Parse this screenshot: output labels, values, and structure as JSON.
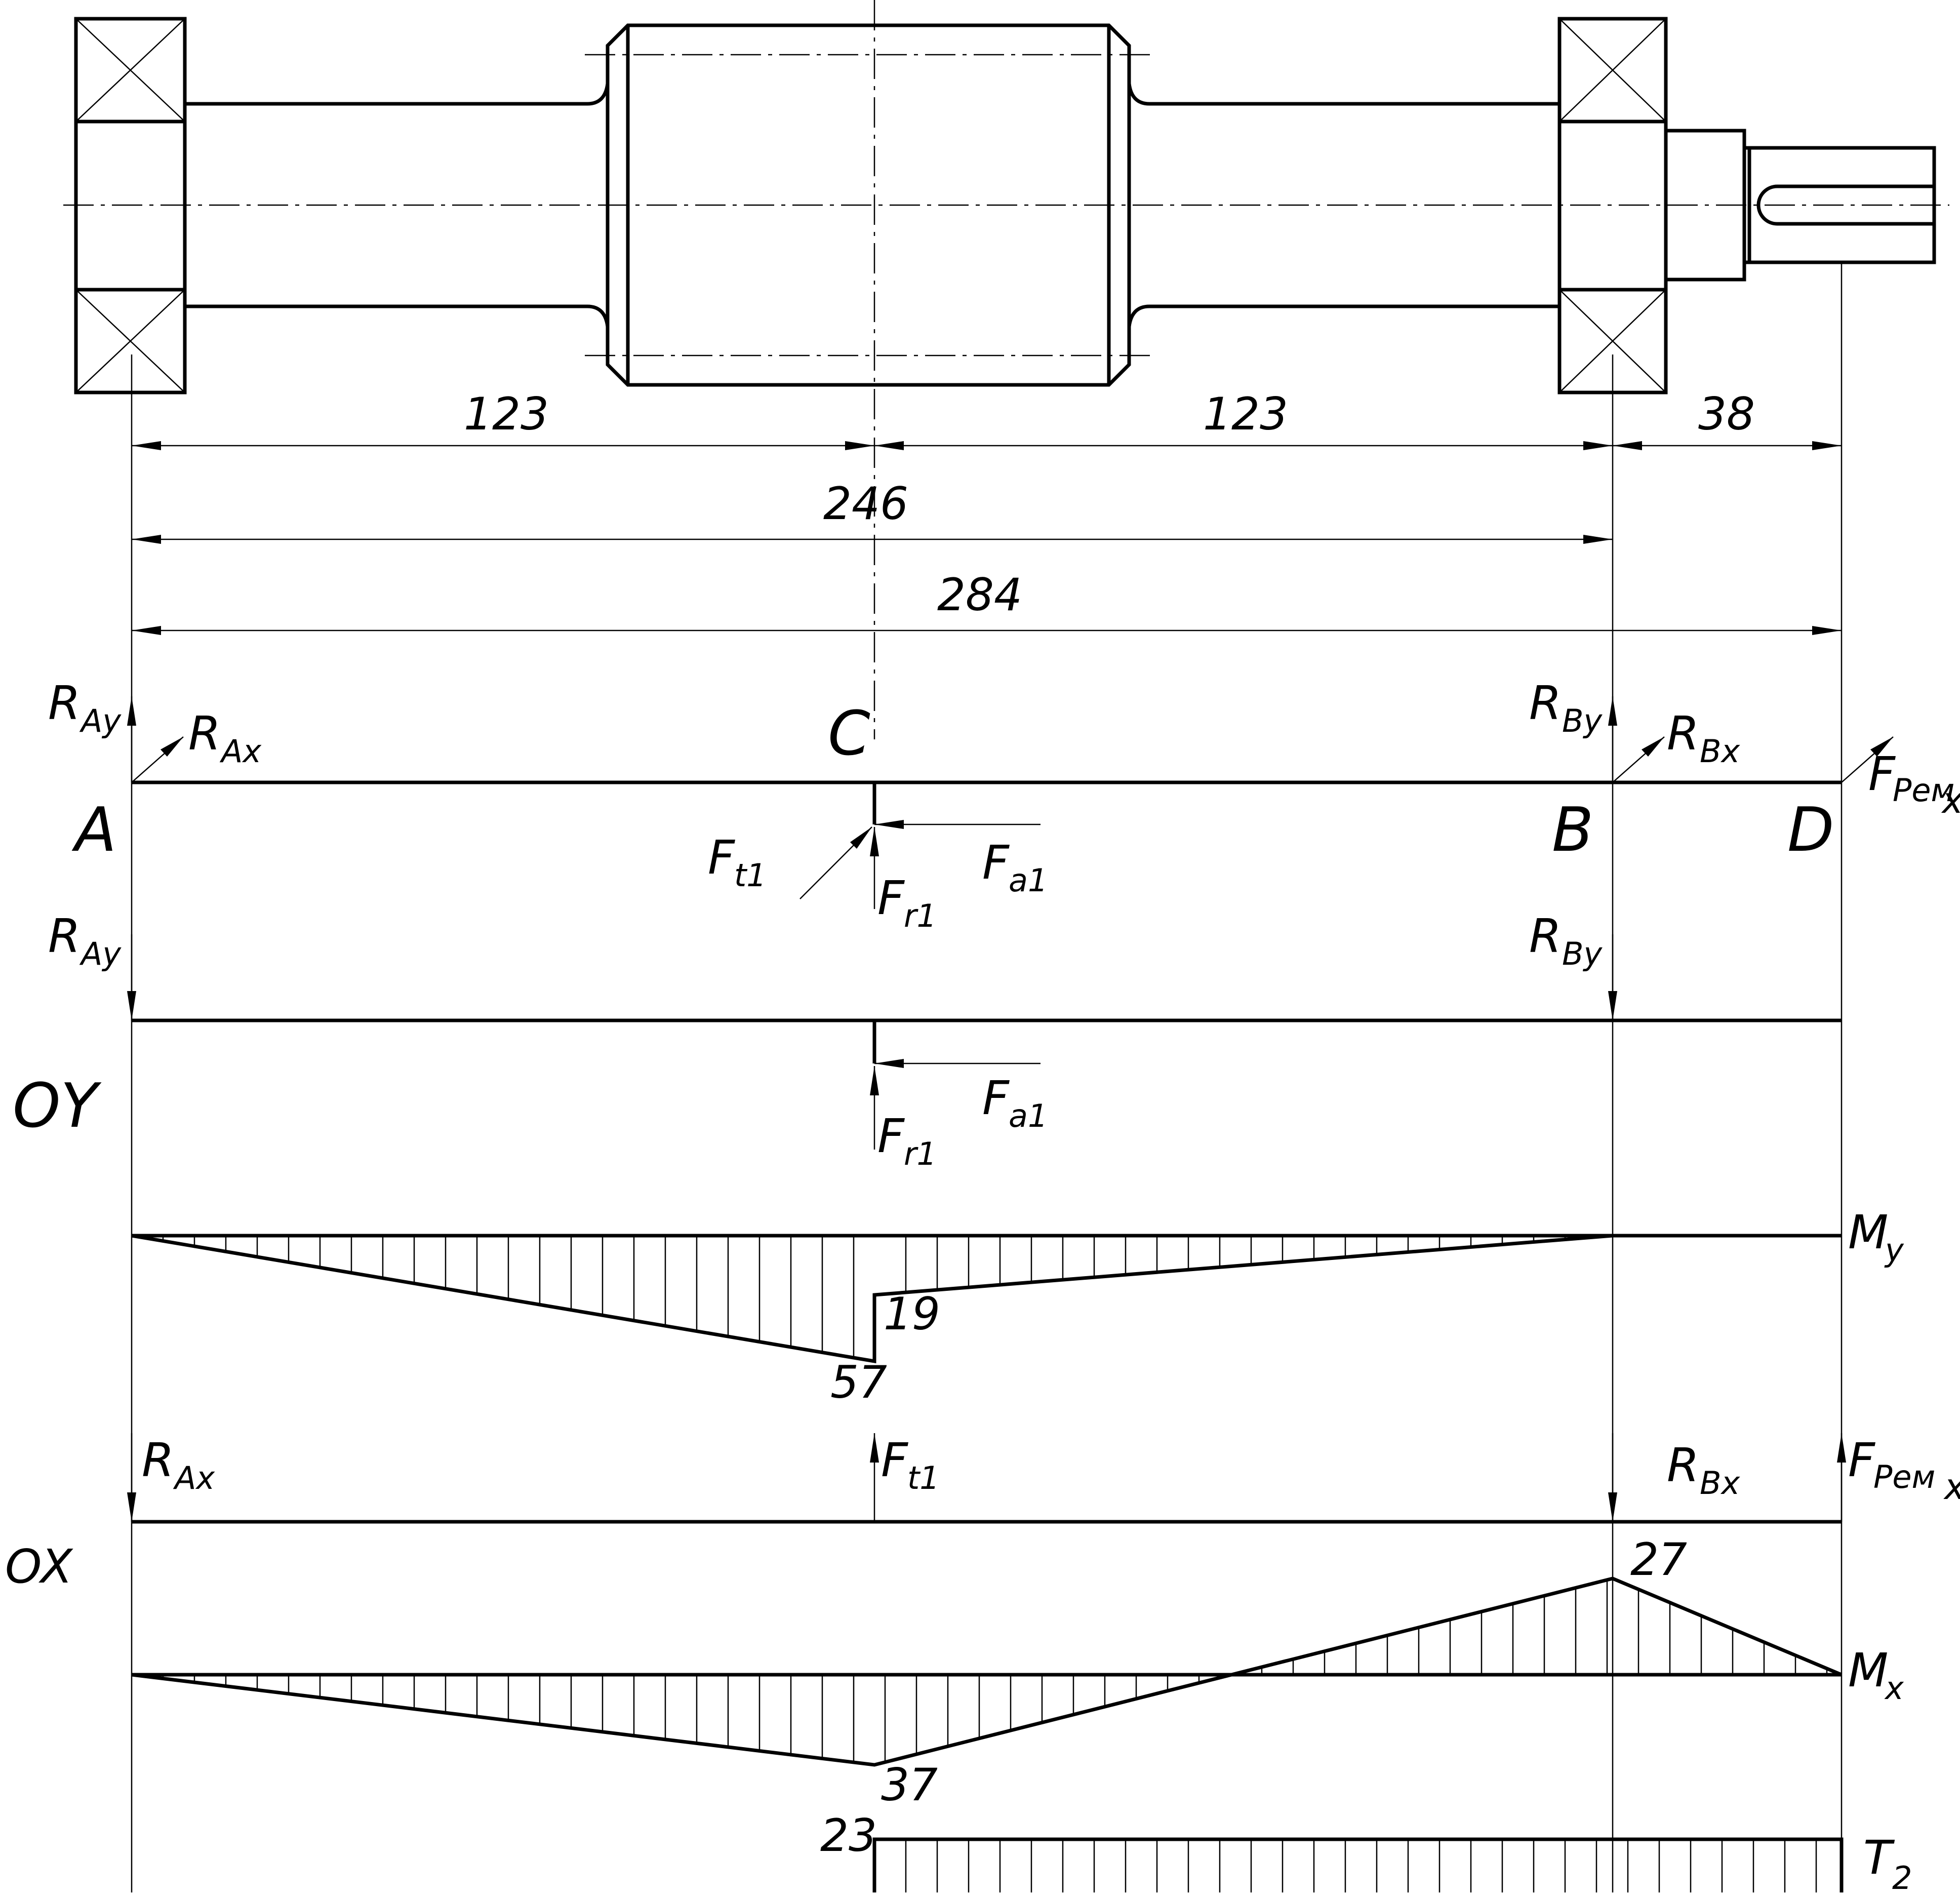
{
  "dimensions": {
    "d1": "123",
    "d2": "123",
    "d3": "38",
    "d4": "246",
    "d5": "284"
  },
  "points": {
    "A": "A",
    "C": "C",
    "B": "B",
    "D": "D"
  },
  "forces": {
    "R": "R",
    "F": "F",
    "Ay": "Ay",
    "Ax": "Ax",
    "By": "By",
    "Bx": "Bx",
    "t1": "t1",
    "r1": "r1",
    "a1": "a1",
    "rem": "Рем",
    "rem_sub": "x"
  },
  "planes": {
    "oy": "OY",
    "ox": "OX"
  },
  "moments": {
    "M": "M",
    "My_sub": "y",
    "Mx_sub": "x",
    "T": "T",
    "T_sub": "2"
  },
  "values": {
    "my_c_left": "57",
    "my_c_right": "19",
    "mx_c": "37",
    "mx_b": "27",
    "t2": "23"
  }
}
